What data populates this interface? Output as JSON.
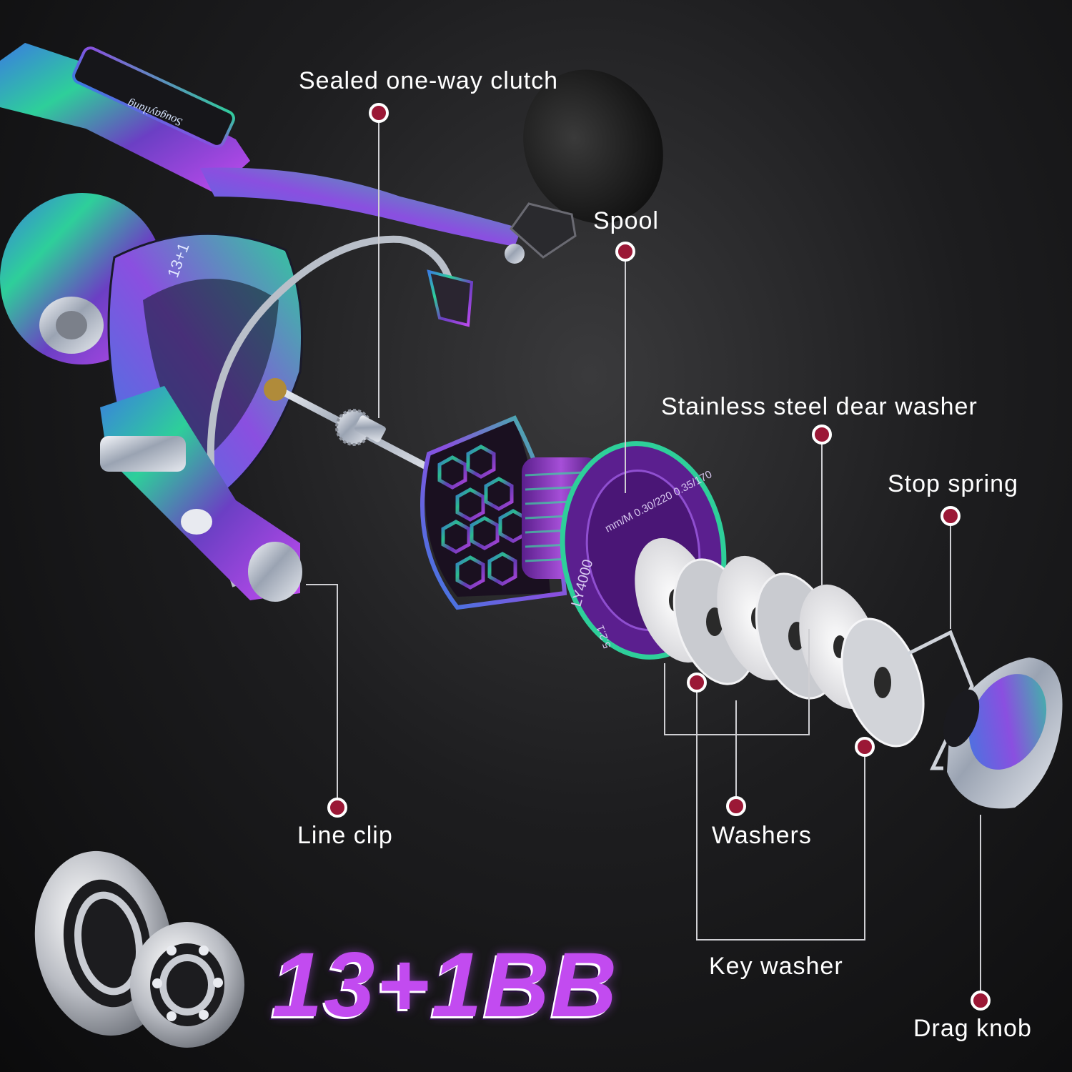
{
  "colors": {
    "background": "#111113",
    "marker": "#9b1836",
    "leader_line": "#c8c8c8",
    "iridescent": [
      "#6b3fc4",
      "#2ecf9a",
      "#c24bf0",
      "#3a7de0"
    ],
    "bb_text": "#c24bf0"
  },
  "labels": {
    "clutch": "Sealed one-way clutch",
    "spool": "Spool",
    "steel_washer": "Stainless steel dear washer",
    "stop_spring": "Stop spring",
    "line_clip": "Line clip",
    "washers": "Washers",
    "key_washer": "Key washer",
    "drag_knob": "Drag knob"
  },
  "bearings": {
    "count_text": "13+1BB"
  },
  "graphics": {
    "brand_logo_text": "Sougayilang",
    "reel_model_text": "13+1",
    "spool_model_text": "LY4000",
    "spool_capacity_text": "mm/M  0.30/220  0.35/170",
    "spool_ratio_text": "5.2:1"
  }
}
